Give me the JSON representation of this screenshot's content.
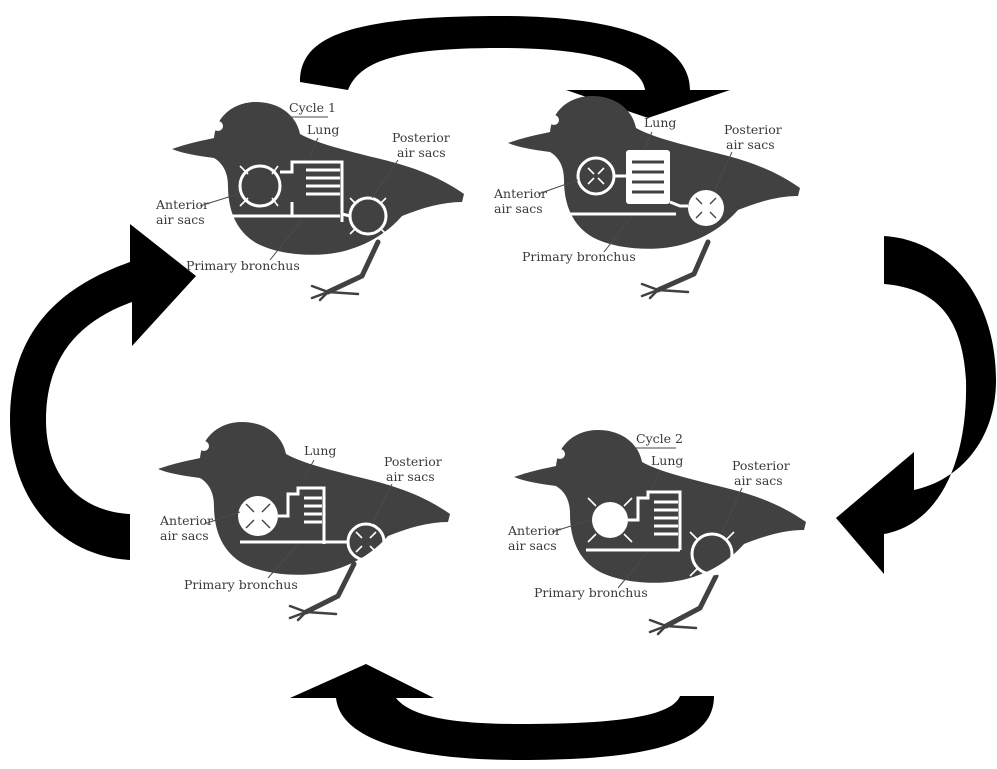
{
  "panels": [
    {
      "id": "top-left",
      "cycle_label": "Cycle 1",
      "labels": {
        "lung": "Lung",
        "posterior": [
          "Posterior",
          "air sacs"
        ],
        "anterior": [
          "Anterior",
          "air sacs"
        ],
        "bronchus": "Primary bronchus"
      },
      "anterior_sac_state": "expanded",
      "posterior_sac_state": "expanded"
    },
    {
      "id": "top-right",
      "cycle_label": "",
      "labels": {
        "lung": "Lung",
        "posterior": [
          "Posterior",
          "air sacs"
        ],
        "anterior": [
          "Anterior",
          "air sacs"
        ],
        "bronchus": "Primary bronchus"
      },
      "anterior_sac_state": "compressed",
      "posterior_sac_state": "compressed"
    },
    {
      "id": "bottom-right",
      "cycle_label": "Cycle 2",
      "labels": {
        "lung": "Lung",
        "posterior": [
          "Posterior",
          "air sacs"
        ],
        "anterior": [
          "Anterior",
          "air sacs"
        ],
        "bronchus": "Primary bronchus"
      },
      "anterior_sac_state": "expanded",
      "posterior_sac_state": "expanded"
    },
    {
      "id": "bottom-left",
      "cycle_label": "",
      "labels": {
        "lung": "Lung",
        "posterior": [
          "Posterior",
          "air sacs"
        ],
        "anterior": [
          "Anterior",
          "air sacs"
        ],
        "bronchus": "Primary bronchus"
      },
      "anterior_sac_state": "compressed",
      "posterior_sac_state": "compressed"
    }
  ],
  "cycle_arrows": [
    {
      "from": "top-left",
      "to": "top-right",
      "direction": "clockwise"
    },
    {
      "from": "top-right",
      "to": "bottom-right",
      "direction": "clockwise"
    },
    {
      "from": "bottom-right",
      "to": "bottom-left",
      "direction": "clockwise"
    },
    {
      "from": "bottom-left",
      "to": "top-left",
      "direction": "clockwise"
    }
  ],
  "colors": {
    "background": "#ffffff",
    "bird": "#414141",
    "arrow": "#000000",
    "text": "#3a3a3a"
  }
}
